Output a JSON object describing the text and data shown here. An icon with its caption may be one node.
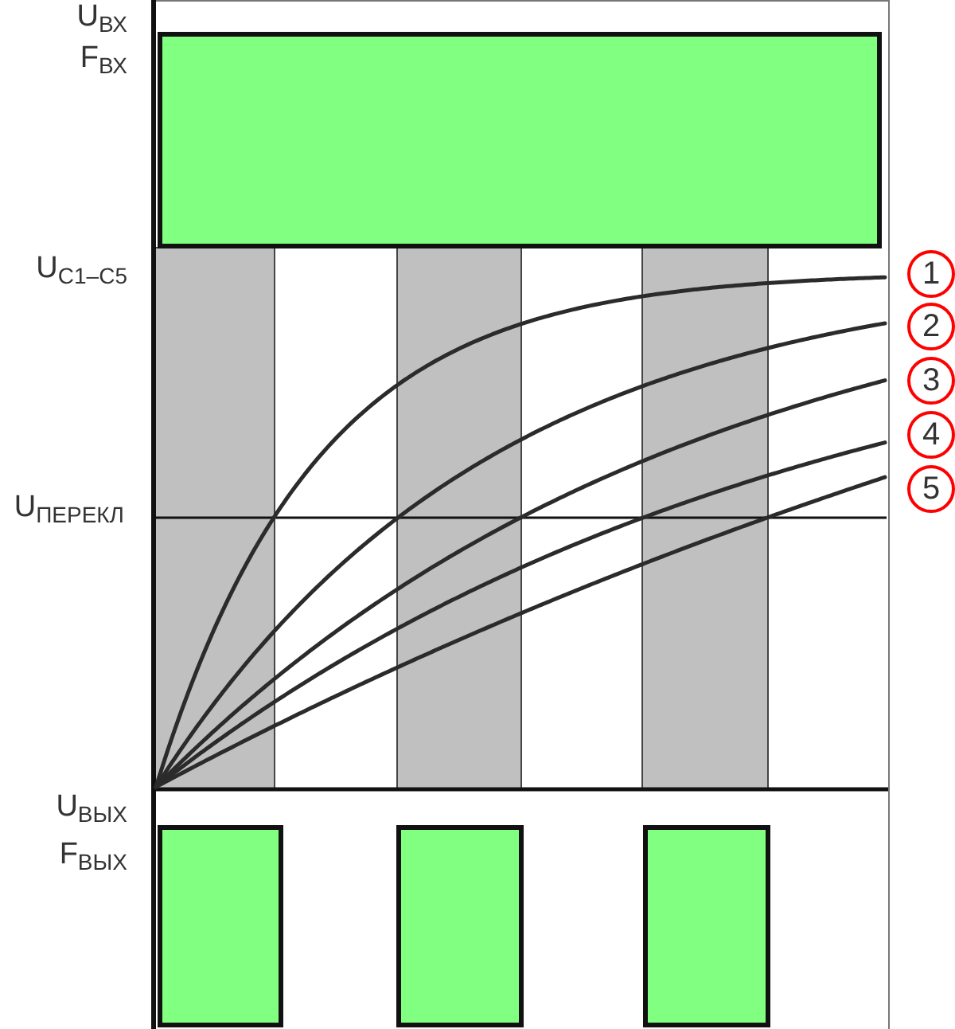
{
  "diagram": {
    "nodes": [
      {
        "text": [],
        "shape": "box"
      },
      {
        "text": [],
        "shape": "bar"
      },
      {
        "text": [],
        "shape": "bar"
      },
      {
        "text": [],
        "shape": "bar"
      },
      {
        "text": [
          "1"
        ]
      },
      {
        "text": [
          "2"
        ]
      },
      {
        "text": [
          "3"
        ]
      },
      {
        "text": [
          "4"
        ]
      },
      {
        "text": [
          "5"
        ]
      },
      {
        "text": [],
        "shape": "box"
      },
      {
        "text": [],
        "shape": "box"
      },
      {
        "text": [],
        "shape": "box"
      }
    ],
    "labels": [
      "U$_{ВХ}$",
      "F$_{ВХ}$",
      "U$_{C1–C5}$",
      "U$_{ПЕРЕКЛ}$",
      "U$_{ВЫХ}$",
      "F$_{ВЫХ}$"
    ]
  }
}
